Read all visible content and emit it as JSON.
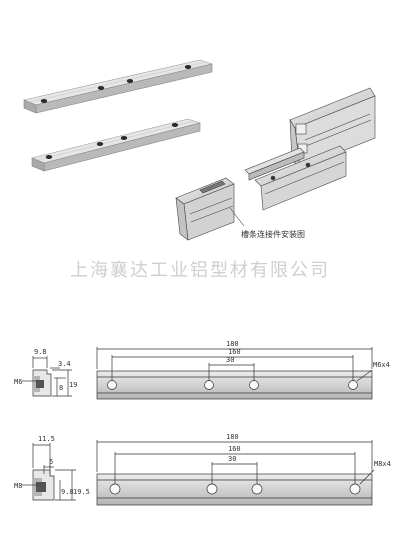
{
  "caption": "槽条连接件安装图",
  "watermark": "上海襄达工业铝型材有限公司",
  "drawing_top": {
    "dim_total": "180",
    "dim_mid": "160",
    "dim_pitch": "30",
    "thread": "M6x4",
    "section_width": "9.8",
    "section_offset": "3.4",
    "section_thread": "M6",
    "section_h1": "8",
    "section_h2": "19"
  },
  "drawing_bottom": {
    "dim_total": "180",
    "dim_mid": "160",
    "dim_pitch": "30",
    "thread": "M8x4",
    "section_width": "11.5",
    "section_offset": "5",
    "section_thread": "M8",
    "section_h1": "9.8",
    "section_h2": "19.5"
  }
}
